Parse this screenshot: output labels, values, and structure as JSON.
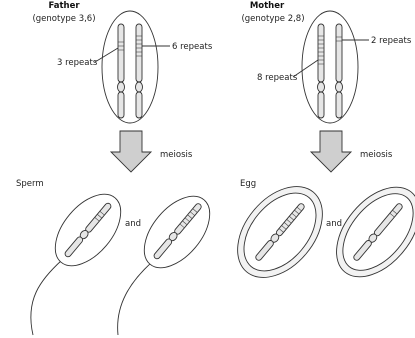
{
  "father": {
    "title": "Father",
    "genotype": "(genotype 3,6)",
    "left_label": "3 repeats",
    "right_label": "6 repeats"
  },
  "mother": {
    "title": "Mother",
    "genotype": "(genotype 2,8)",
    "left_label": "8 repeats",
    "right_label": "2 repeats"
  },
  "meiosis_label": "meiosis",
  "sperm_label": "Sperm",
  "egg_label": "Egg",
  "and_label": "and",
  "colors": {
    "outline": "#333333",
    "chromosome_fill": "#e6e6e6",
    "arrow_fill": "#cfcfcf",
    "egg_outer": "#f2f2f2"
  }
}
